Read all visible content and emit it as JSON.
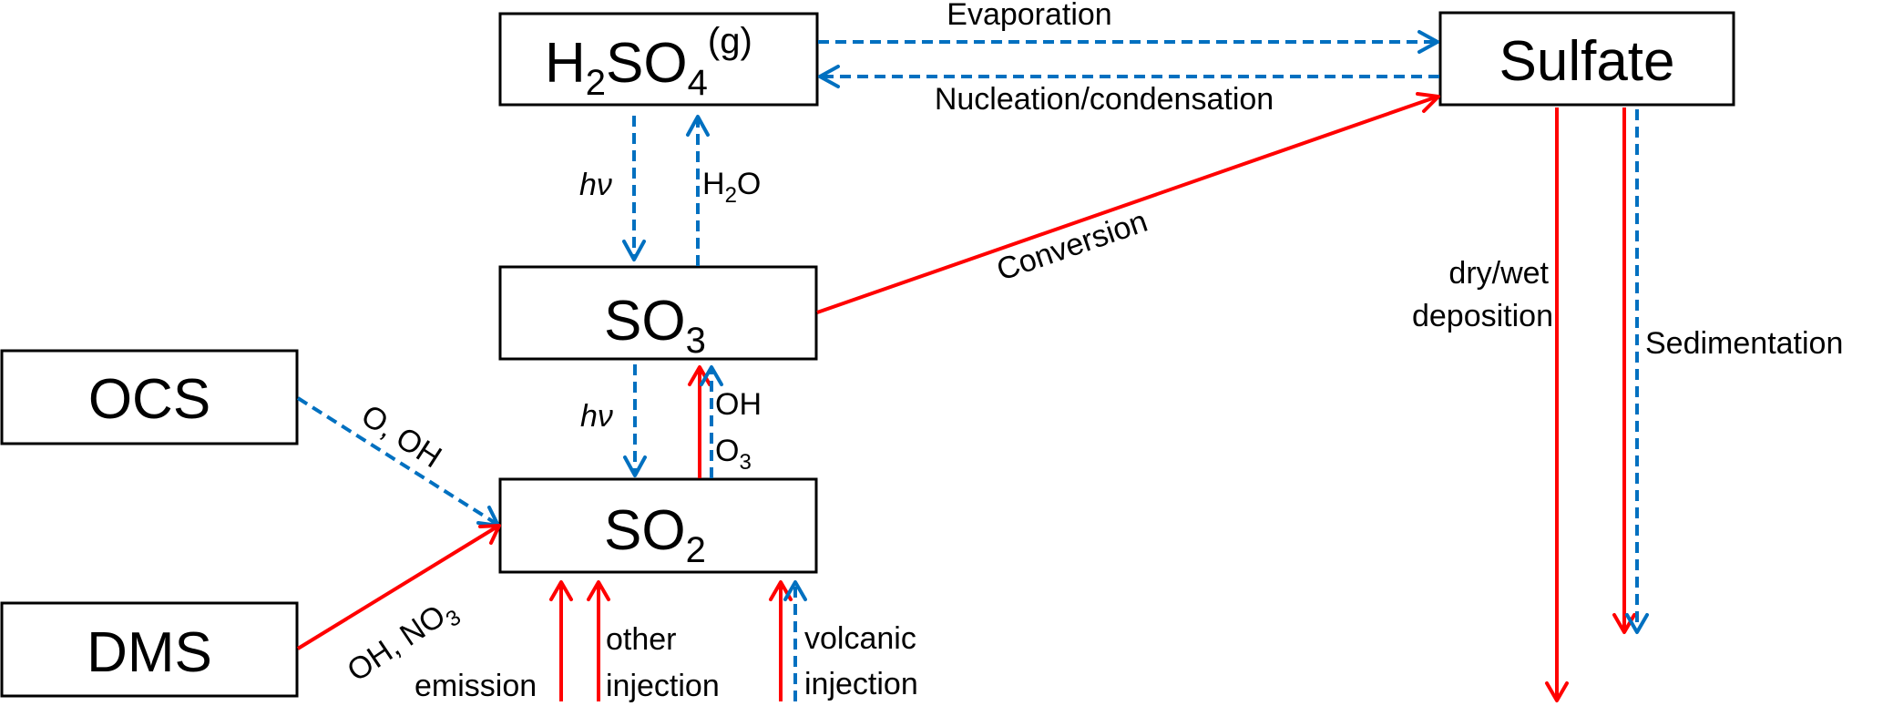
{
  "nodes": {
    "h2so4": {
      "main": "H",
      "sub1": "2",
      "mid": "SO",
      "sub2": "4",
      "sup": "(g)"
    },
    "sulfate": {
      "label": "Sulfate"
    },
    "so3": {
      "main": "SO",
      "sub": "3"
    },
    "so2": {
      "main": "SO",
      "sub": "2"
    },
    "ocs": {
      "label": "OCS"
    },
    "dms": {
      "label": "DMS"
    }
  },
  "labels": {
    "evaporation": "Evaporation",
    "nucleation": "Nucleation/condensation",
    "hv_top": "hν",
    "h2o_main": "H",
    "h2o_sub": "2",
    "h2o_end": "O",
    "conversion": "Conversion",
    "hv_mid": "hν",
    "oh": "OH",
    "o3_main": "O",
    "o3_sub": "3",
    "o_oh": "O, OH",
    "oh_no3_main": "OH, NO",
    "oh_no3_sub": "3",
    "emission": "emission",
    "other": "other",
    "other_injection": "injection",
    "volcanic": "volcanic",
    "volcanic_injection": "injection",
    "drywet": "dry/wet",
    "deposition": "deposition",
    "sedimentation": "Sedimentation"
  },
  "legend_colors": {
    "solid_process": "#ff0000",
    "dashed_process": "#0070c0"
  }
}
